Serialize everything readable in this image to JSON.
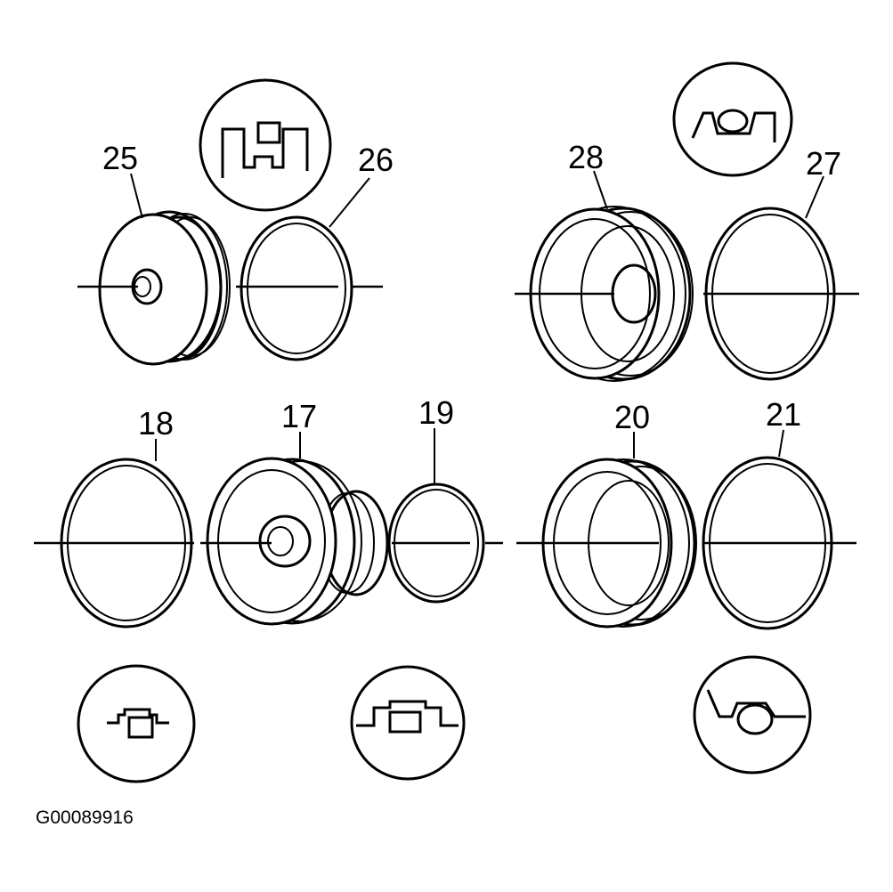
{
  "figure": {
    "reference_code": "G00089916",
    "callouts": [
      {
        "id": "25",
        "text": "25"
      },
      {
        "id": "26",
        "text": "26"
      },
      {
        "id": "28",
        "text": "28"
      },
      {
        "id": "27",
        "text": "27"
      },
      {
        "id": "18",
        "text": "18"
      },
      {
        "id": "17",
        "text": "17"
      },
      {
        "id": "19",
        "text": "19"
      },
      {
        "id": "20",
        "text": "20"
      },
      {
        "id": "21",
        "text": "21"
      }
    ]
  }
}
